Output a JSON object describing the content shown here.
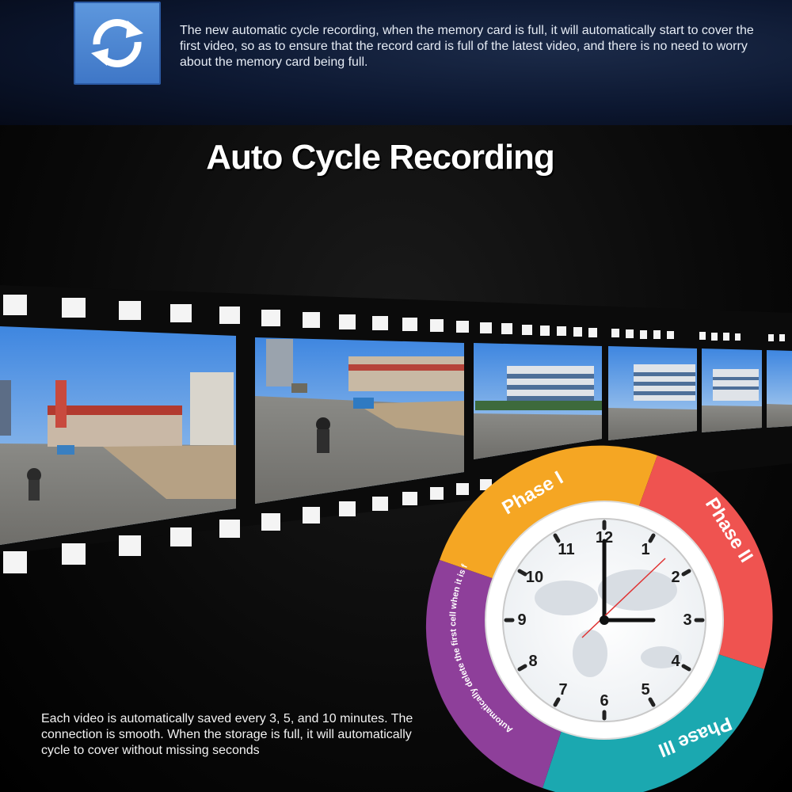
{
  "header": {
    "icon": "cycle-arrows-icon",
    "description": "The new automatic cycle recording, when the memory card is full, it will automatically start to cover the first video, so as to ensure that the record card is full of the latest video, and there is no need to worry about the memory card being full."
  },
  "title": "Auto Cycle Recording",
  "film_frames": [
    "Street scene with motorcyclist",
    "Street scene with motorcyclist",
    "Building street scene",
    "Building street scene",
    "Building street scene"
  ],
  "clock": {
    "phases": [
      {
        "label": "Phase I",
        "color": "#f5a623"
      },
      {
        "label": "Phase II",
        "color": "#ef5350"
      },
      {
        "label": "Phase III",
        "color": "#1ba8b0"
      }
    ],
    "arc_text": "Automatically delete the first cell when it is full",
    "arc_color": "#8e3f9a",
    "numbers": [
      "12",
      "1",
      "2",
      "3",
      "4",
      "5",
      "6",
      "7",
      "8",
      "9",
      "10",
      "11"
    ]
  },
  "footer": {
    "description": "Each video is automatically saved every 3, 5, and 10 minutes. The connection is smooth. When the storage is full, it will automatically cycle to cover without missing seconds"
  },
  "colors": {
    "banner_bg": "#0c1730",
    "icon_bg": "#4a84d1",
    "text": "#ffffff"
  }
}
